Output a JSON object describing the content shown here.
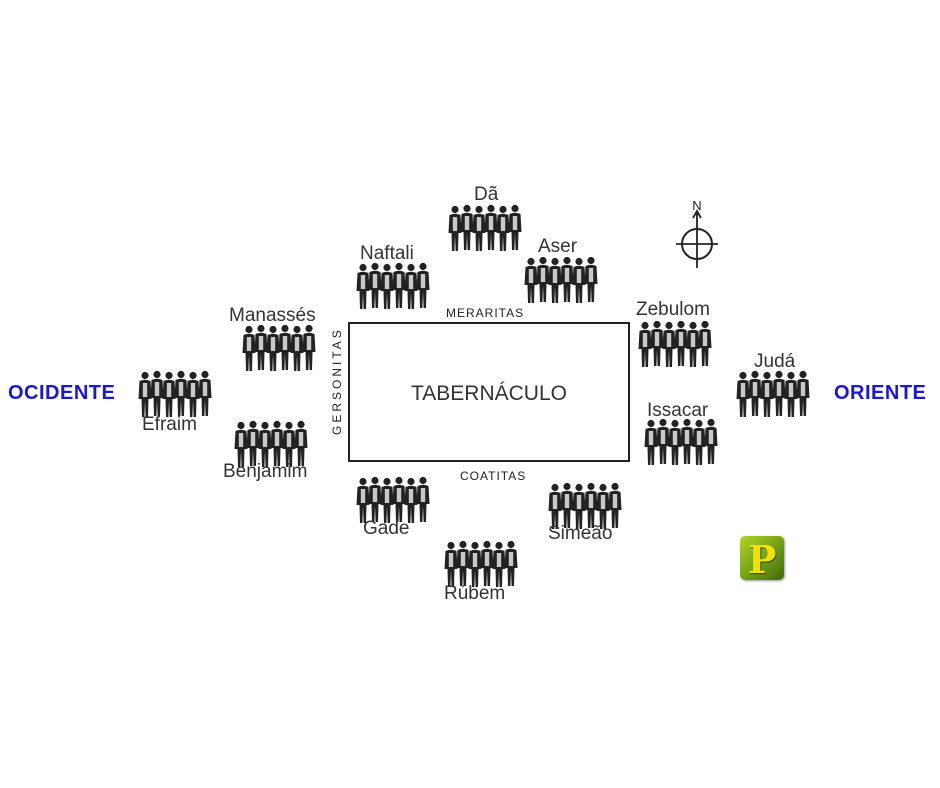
{
  "directions": {
    "west": "OCIDENTE",
    "east": "ORIENTE"
  },
  "compass": {
    "north_label": "N"
  },
  "center": {
    "tabernacle": "TABERNÁCULO",
    "north_levites": "MERARITAS",
    "west_levites": "GERSONITAS",
    "south_levites": "COATITAS"
  },
  "tribes": {
    "da": "Dã",
    "aser": "Aser",
    "naftali": "Naftali",
    "manasses": "Manassés",
    "efraim": "Efraim",
    "benjamim": "Benjamim",
    "gade": "Gade",
    "ruben": "Rúbem",
    "simeao": "Simeão",
    "issacar": "Issacar",
    "juda": "Judá",
    "zebulom": "Zebulom"
  },
  "logo": {
    "letter": "P"
  },
  "icons": {
    "people": "people-group-icon",
    "compass": "compass-icon"
  }
}
